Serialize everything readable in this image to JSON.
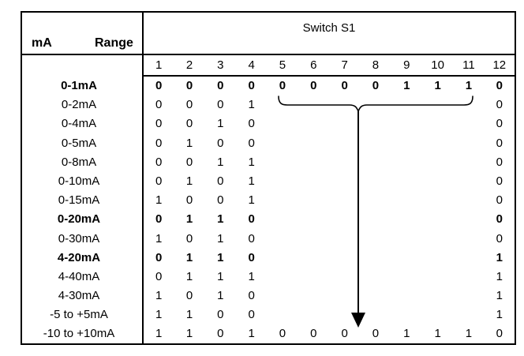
{
  "table": {
    "header": {
      "left_label_1": "mA",
      "left_label_2": "Range",
      "switch_title": "Switch S1"
    },
    "columns": [
      "1",
      "2",
      "3",
      "4",
      "5",
      "6",
      "7",
      "8",
      "9",
      "10",
      "11",
      "12"
    ],
    "rows": [
      {
        "range": "0-1mA",
        "bold": true,
        "bits": [
          "0",
          "0",
          "0",
          "0",
          "0",
          "0",
          "0",
          "0",
          "1",
          "1",
          "1",
          "0"
        ],
        "show_middle": true
      },
      {
        "range": "0-2mA",
        "bold": false,
        "bits": [
          "0",
          "0",
          "0",
          "1",
          "",
          "",
          "",
          "",
          "",
          "",
          "",
          "0"
        ],
        "show_middle": false
      },
      {
        "range": "0-4mA",
        "bold": false,
        "bits": [
          "0",
          "0",
          "1",
          "0",
          "",
          "",
          "",
          "",
          "",
          "",
          "",
          "0"
        ],
        "show_middle": false
      },
      {
        "range": "0-5mA",
        "bold": false,
        "bits": [
          "0",
          "1",
          "0",
          "0",
          "",
          "",
          "",
          "",
          "",
          "",
          "",
          "0"
        ],
        "show_middle": false
      },
      {
        "range": "0-8mA",
        "bold": false,
        "bits": [
          "0",
          "0",
          "1",
          "1",
          "",
          "",
          "",
          "",
          "",
          "",
          "",
          "0"
        ],
        "show_middle": false
      },
      {
        "range": "0-10mA",
        "bold": false,
        "bits": [
          "0",
          "1",
          "0",
          "1",
          "",
          "",
          "",
          "",
          "",
          "",
          "",
          "0"
        ],
        "show_middle": false
      },
      {
        "range": "0-15mA",
        "bold": false,
        "bits": [
          "1",
          "0",
          "0",
          "1",
          "",
          "",
          "",
          "",
          "",
          "",
          "",
          "0"
        ],
        "show_middle": false
      },
      {
        "range": "0-20mA",
        "bold": true,
        "bits": [
          "0",
          "1",
          "1",
          "0",
          "",
          "",
          "",
          "",
          "",
          "",
          "",
          "0"
        ],
        "show_middle": false
      },
      {
        "range": "0-30mA",
        "bold": false,
        "bits": [
          "1",
          "0",
          "1",
          "0",
          "",
          "",
          "",
          "",
          "",
          "",
          "",
          "0"
        ],
        "show_middle": false
      },
      {
        "range": "4-20mA",
        "bold": true,
        "bits": [
          "0",
          "1",
          "1",
          "0",
          "",
          "",
          "",
          "",
          "",
          "",
          "",
          "1"
        ],
        "show_middle": false
      },
      {
        "range": "4-40mA",
        "bold": false,
        "bits": [
          "0",
          "1",
          "1",
          "1",
          "",
          "",
          "",
          "",
          "",
          "",
          "",
          "1"
        ],
        "show_middle": false
      },
      {
        "range": "4-30mA",
        "bold": false,
        "bits": [
          "1",
          "0",
          "1",
          "0",
          "",
          "",
          "",
          "",
          "",
          "",
          "",
          "1"
        ],
        "show_middle": false
      },
      {
        "range": "-5 to +5mA",
        "bold": false,
        "bits": [
          "1",
          "1",
          "0",
          "0",
          "",
          "",
          "",
          "",
          "",
          "",
          "",
          "1"
        ],
        "show_middle": false
      },
      {
        "range": "-10 to +10mA",
        "bold": false,
        "bits": [
          "1",
          "1",
          "0",
          "1",
          "0",
          "0",
          "0",
          "0",
          "1",
          "1",
          "1",
          "0"
        ],
        "show_middle": true
      }
    ]
  },
  "annotation": {
    "brace_label": "brace-spanning-switches-5-to-11",
    "arrow_label": "down-arrow-to-last-row",
    "line_color": "#000000"
  }
}
